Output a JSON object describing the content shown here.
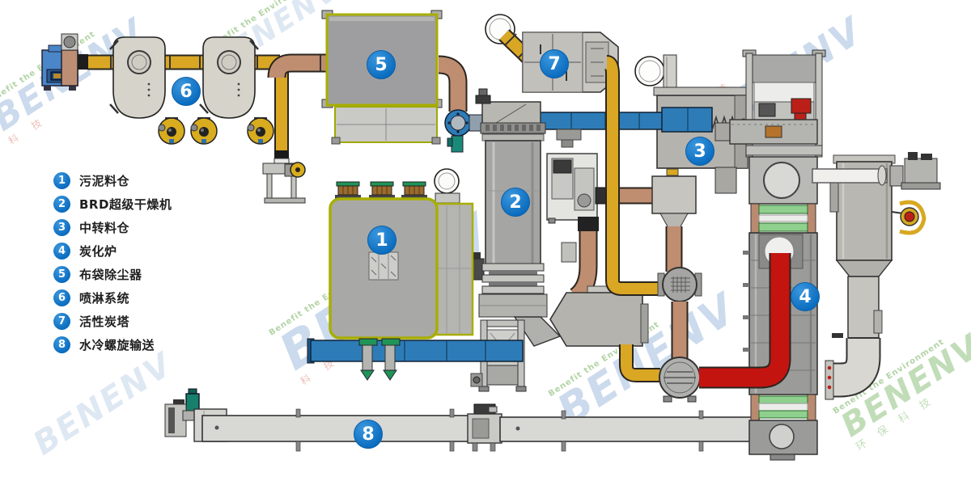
{
  "brand": {
    "name": "BENENV",
    "tagline": "Benefit the Environment",
    "cn_green": "环 保 科 技",
    "cn_red": "科 技"
  },
  "equipment": [
    {
      "id": "1",
      "label": "污泥料仓"
    },
    {
      "id": "2",
      "label": "BRD超级干燥机"
    },
    {
      "id": "3",
      "label": "中转料仓"
    },
    {
      "id": "4",
      "label": "炭化炉"
    },
    {
      "id": "5",
      "label": "布袋除尘器"
    },
    {
      "id": "6",
      "label": "喷淋系统"
    },
    {
      "id": "7",
      "label": "活性炭塔"
    },
    {
      "id": "8",
      "label": "水冷螺旋输送"
    }
  ],
  "colors": {
    "badge_blue": "#0d76c4",
    "pipe_yellow": "#d9a724",
    "pipe_brown": "#bf8d70",
    "pipe_red": "#c41410",
    "conveyor_blue": "#2d7cb8",
    "equipment_gray": "#a9a9a7",
    "accent_olive": "#a8ae00",
    "motor_green": "#1f9456",
    "watermark_blue": "#7da2d0",
    "watermark_green": "#8fc37d"
  }
}
